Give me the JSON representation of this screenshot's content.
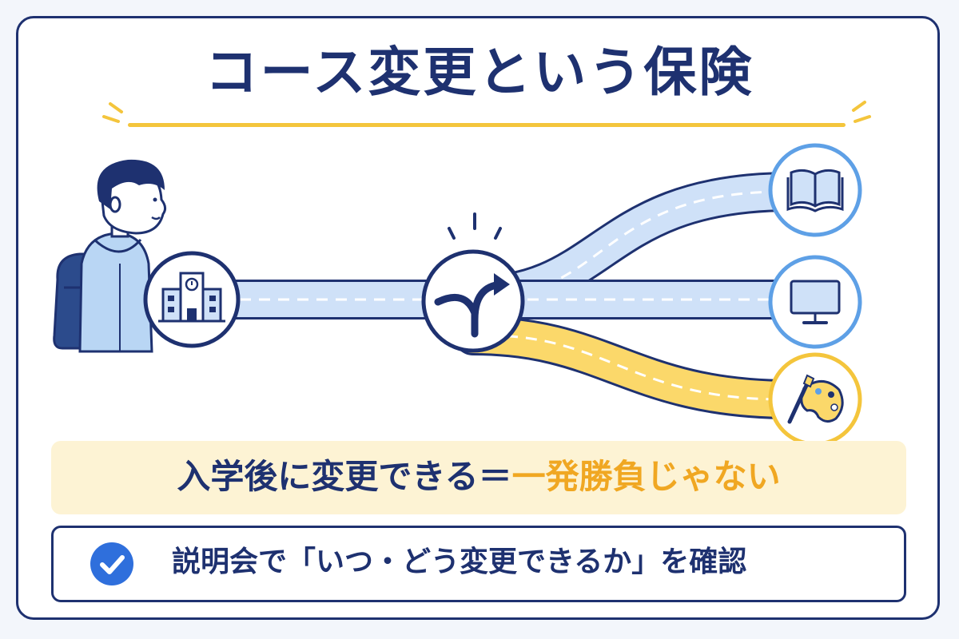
{
  "title": "コース変更という保険",
  "banner": {
    "lead": "入学後に変更できる＝",
    "emphasis": "一発勝負じゃない"
  },
  "checklist": {
    "item": "説明会で「いつ・どう変更できるか」を確認"
  },
  "colors": {
    "navy": "#1e3170",
    "accent_yellow": "#f4c53c",
    "path_blue": "#cfe1f8",
    "path_yellow": "#fbd86a",
    "check_blue": "#2f6fdc"
  },
  "icons": {
    "start": "school-building-icon",
    "junction": "branch-arrow-icon",
    "course_1": "open-book-icon",
    "course_2": "computer-monitor-icon",
    "course_3": "art-palette-icon"
  }
}
